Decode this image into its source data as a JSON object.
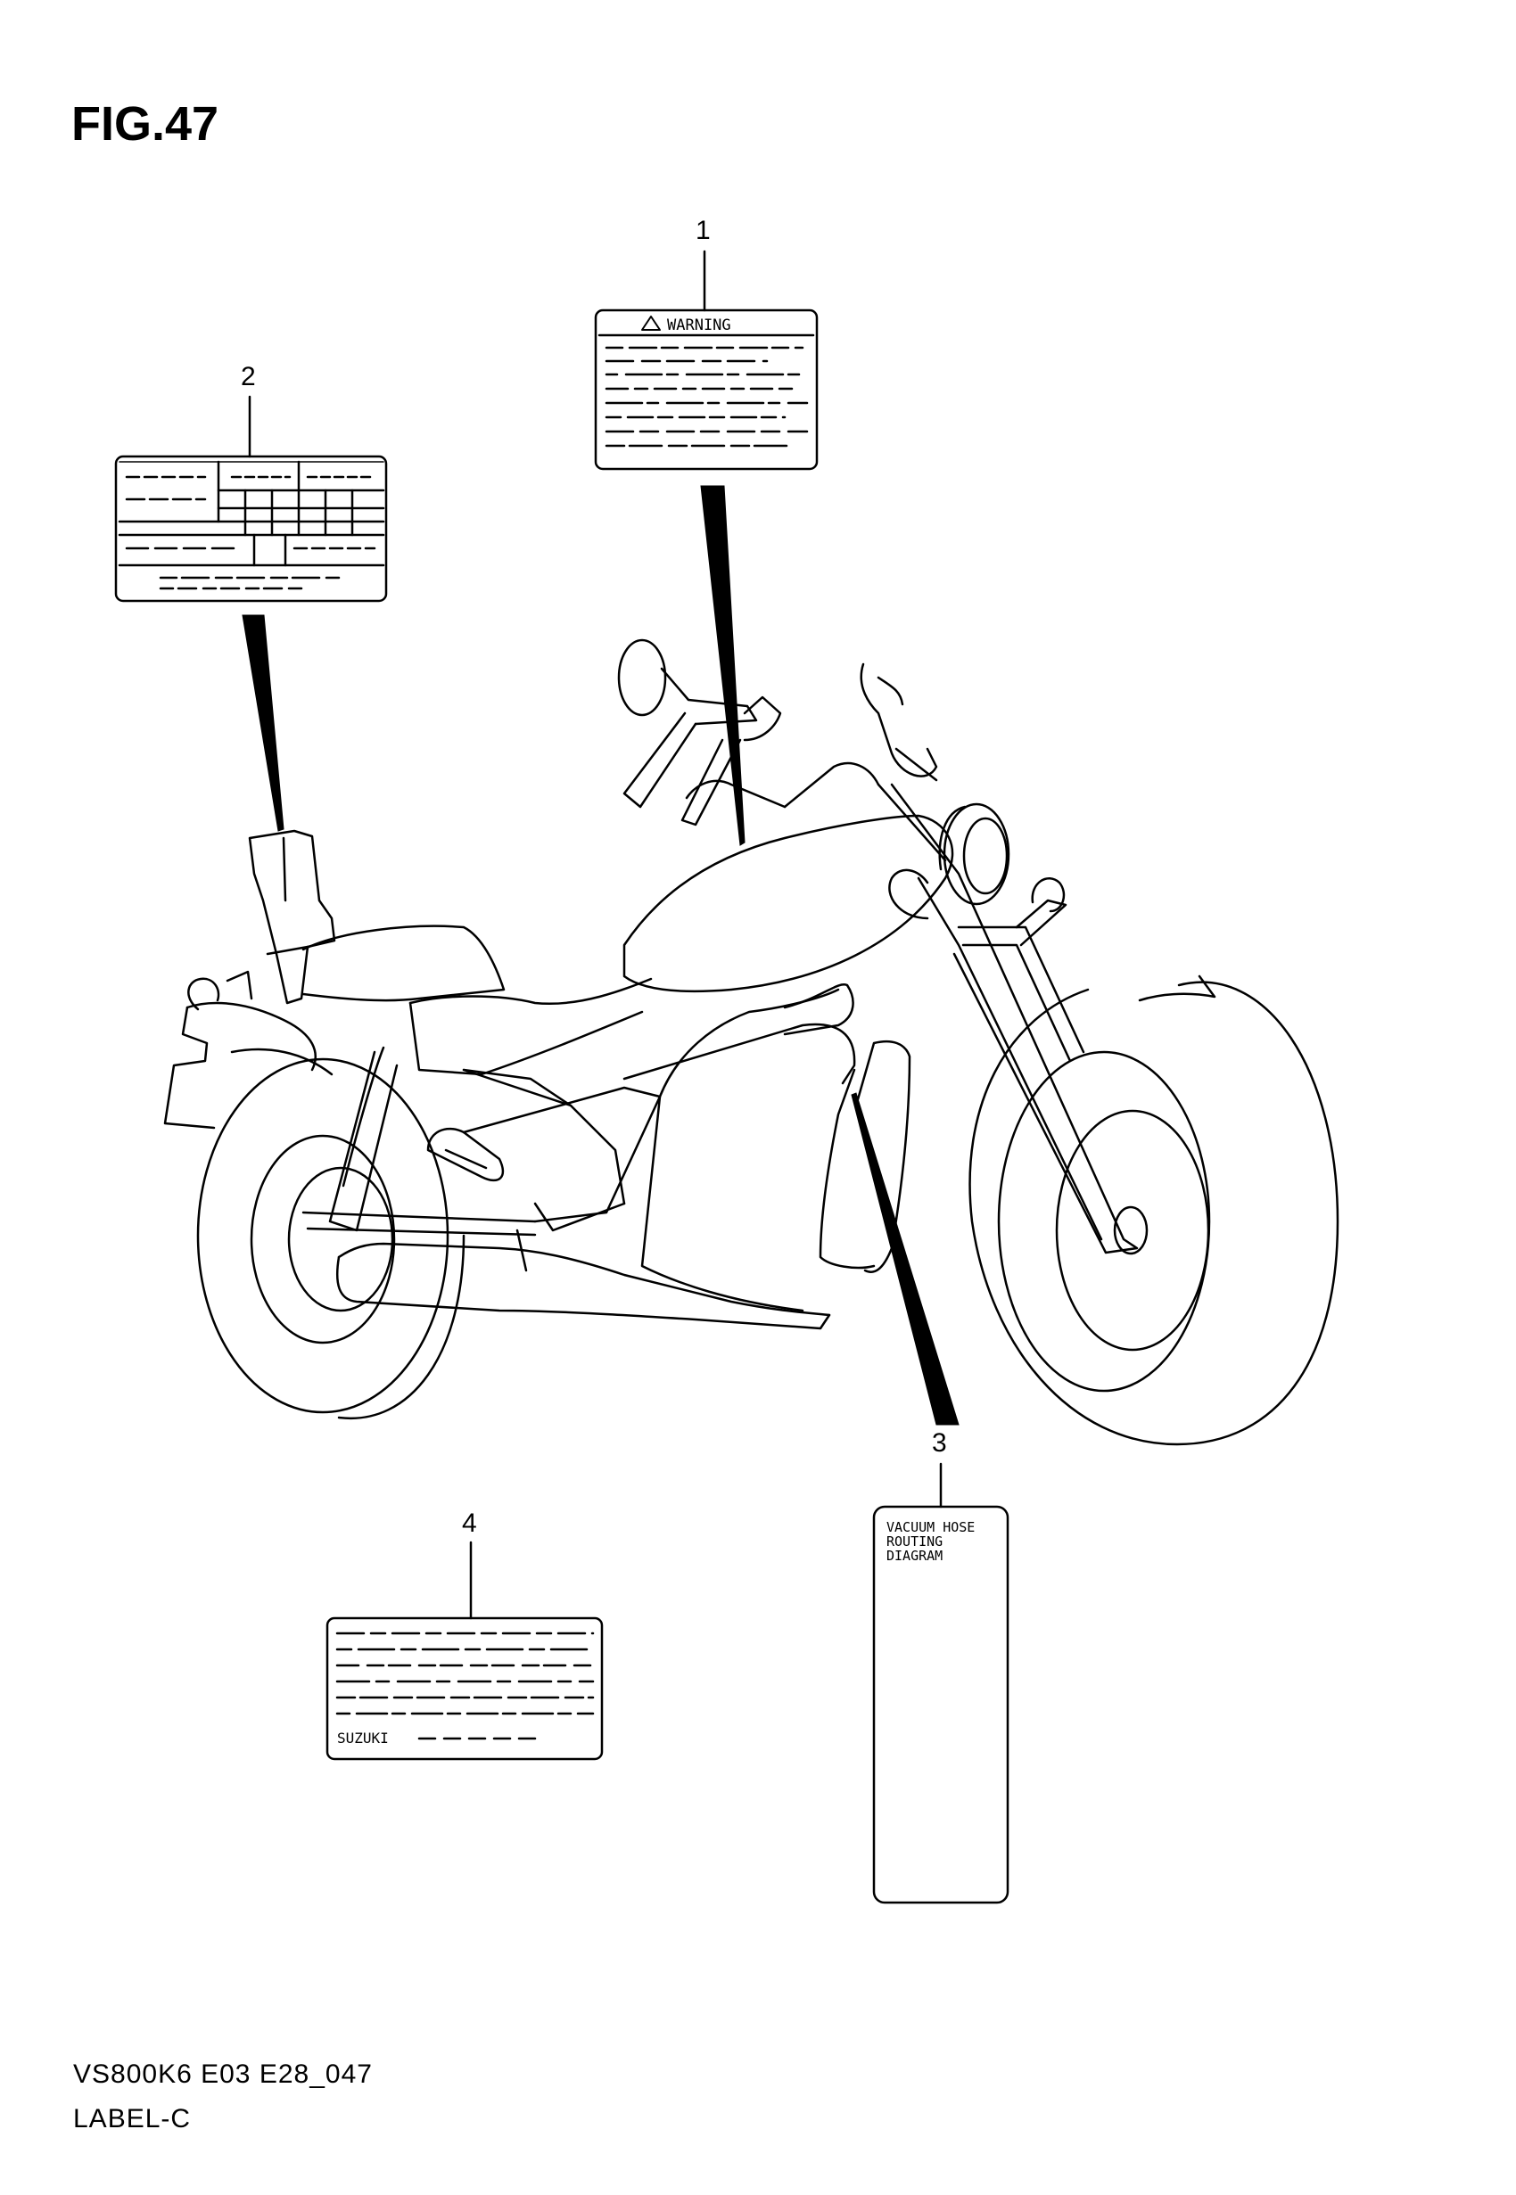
{
  "figure": {
    "title": "FIG.47"
  },
  "callouts": [
    {
      "number": "1"
    },
    {
      "number": "2"
    },
    {
      "number": "3"
    },
    {
      "number": "4"
    }
  ],
  "labels": {
    "warning_label": {
      "heading": "WARNING"
    },
    "vacuum_label": {
      "lines": [
        "VACUUM HOSE",
        "ROUTING",
        "DIAGRAM"
      ]
    },
    "maker_label": {
      "brand": "SUZUKI"
    }
  },
  "footer": {
    "code": "VS800K6 E03 E28_047",
    "group": "LABEL-C"
  }
}
